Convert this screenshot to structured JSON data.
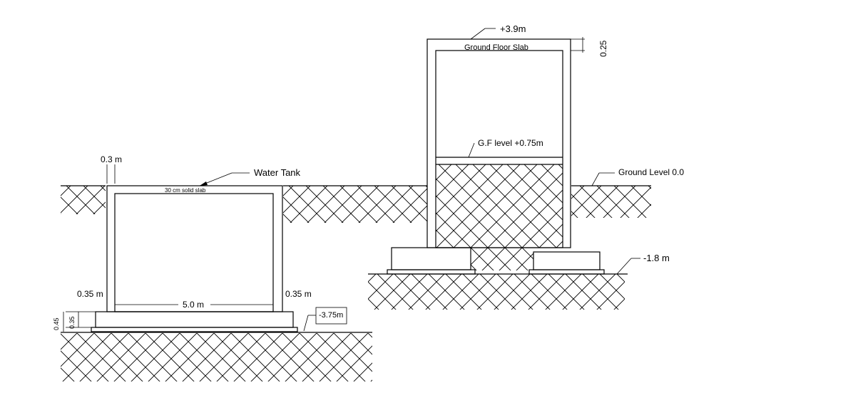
{
  "labels": {
    "water_tank": "Water Tank",
    "solid_slab": "30 cm solid slab",
    "wall_top": "0.3 m",
    "left_wall": "0.35 m",
    "right_wall": "0.35 m",
    "span": "5.0 m",
    "depth_tank": "-3.75m",
    "dim_045": "0.45",
    "dim_035": "0.35",
    "top_level": "+3.9m",
    "ground_floor_slab": "Ground Floor Slab",
    "dim_025": "0.25",
    "gf_level": "G.F level +0.75m",
    "ground_level": "Ground Level 0.0",
    "depth_footing": "-1.8 m"
  }
}
